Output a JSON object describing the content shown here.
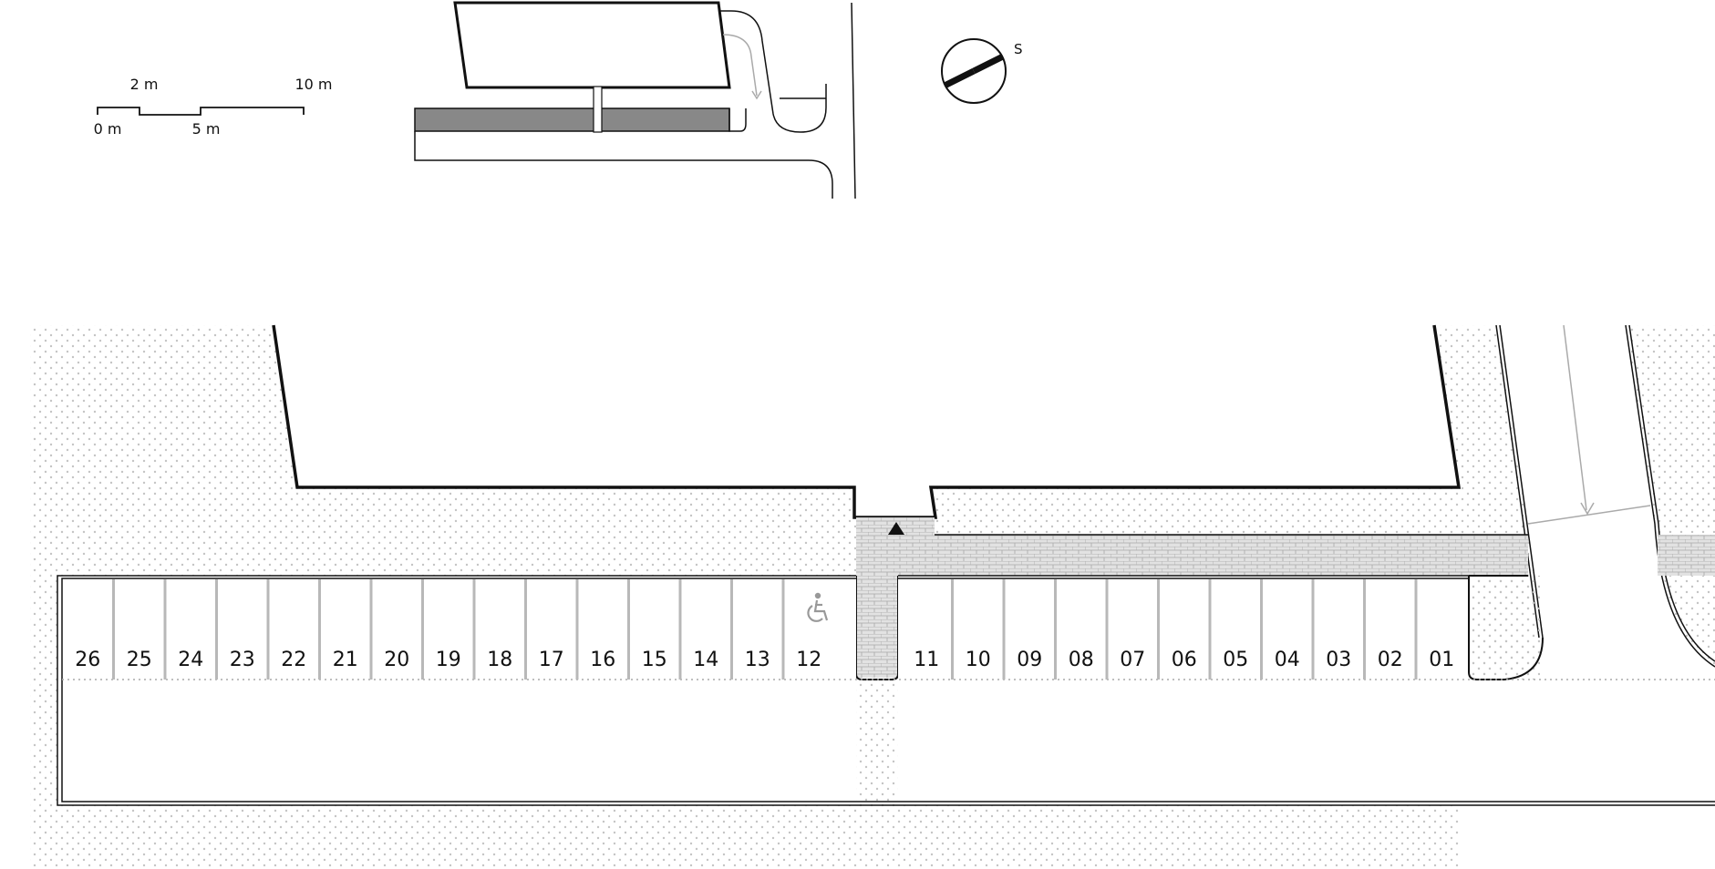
{
  "scale_bar": {
    "label_0": "0 m",
    "label_2": "2 m",
    "label_5": "5 m",
    "label_10": "10 m"
  },
  "compass": {
    "label": "S"
  },
  "parking": {
    "left_spaces": [
      "26",
      "25",
      "24",
      "23",
      "22",
      "21",
      "20",
      "19",
      "18",
      "17",
      "16",
      "15",
      "14",
      "13",
      "12"
    ],
    "right_spaces": [
      "11",
      "10",
      "09",
      "08",
      "07",
      "06",
      "05",
      "04",
      "03",
      "02",
      "01"
    ],
    "accessible_space": "12"
  },
  "icons": {
    "accessible": "wheelchair-icon",
    "entrance": "entrance-arrow-icon"
  }
}
